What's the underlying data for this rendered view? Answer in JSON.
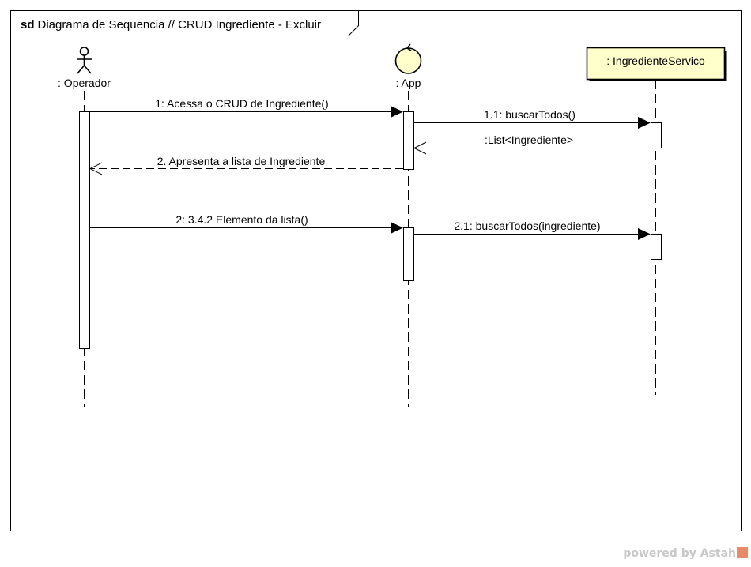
{
  "frame": {
    "keyword": "sd",
    "title": "Diagrama de Sequencia // CRUD Ingrediente - Excluir"
  },
  "participants": [
    {
      "id": "operador",
      "kind": "actor",
      "icon": "actor-stick-figure-icon",
      "label": ": Operador"
    },
    {
      "id": "app",
      "kind": "control",
      "icon": "control-circle-icon",
      "label": ": App"
    },
    {
      "id": "servico",
      "kind": "class",
      "label": ": IngredienteServico",
      "fill": "#ffffcc"
    }
  ],
  "messages": [
    {
      "id": "m1",
      "label": "1: Acessa o CRUD de Ingrediente()",
      "from": "operador",
      "to": "app",
      "type": "sync"
    },
    {
      "id": "m11",
      "label": "1.1: buscarTodos()",
      "from": "app",
      "to": "servico",
      "type": "sync"
    },
    {
      "id": "m11r",
      "label": ":List<Ingrediente>",
      "from": "servico",
      "to": "app",
      "type": "reply"
    },
    {
      "id": "m2r",
      "label": "2. Apresenta a lista de Ingrediente",
      "from": "app",
      "to": "operador",
      "type": "reply"
    },
    {
      "id": "m2",
      "label": "2: 3.4.2 Elemento da lista()",
      "from": "operador",
      "to": "app",
      "type": "sync"
    },
    {
      "id": "m21",
      "label": "2.1: buscarTodos(ingrediente)",
      "from": "app",
      "to": "servico",
      "type": "sync"
    }
  ],
  "watermark": {
    "text": "powered by Astah",
    "icon": "astah-logo-icon"
  }
}
